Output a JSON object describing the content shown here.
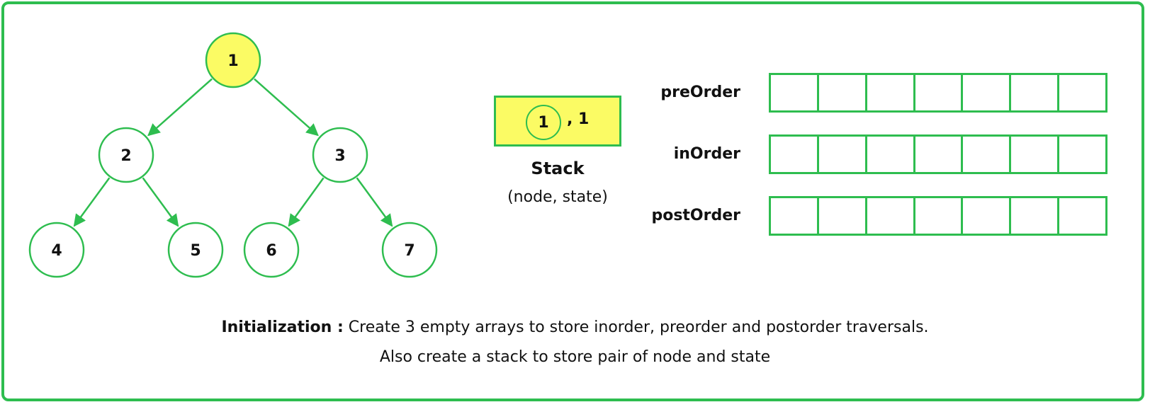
{
  "tree": {
    "nodes": [
      {
        "id": "1",
        "label": "1",
        "highlighted": true
      },
      {
        "id": "2",
        "label": "2",
        "highlighted": false
      },
      {
        "id": "3",
        "label": "3",
        "highlighted": false
      },
      {
        "id": "4",
        "label": "4",
        "highlighted": false
      },
      {
        "id": "5",
        "label": "5",
        "highlighted": false
      },
      {
        "id": "6",
        "label": "6",
        "highlighted": false
      },
      {
        "id": "7",
        "label": "7",
        "highlighted": false
      }
    ],
    "edges": [
      {
        "from": "1",
        "to": "2"
      },
      {
        "from": "1",
        "to": "3"
      },
      {
        "from": "2",
        "to": "4"
      },
      {
        "from": "2",
        "to": "5"
      },
      {
        "from": "3",
        "to": "6"
      },
      {
        "from": "3",
        "to": "7"
      }
    ]
  },
  "stack": {
    "node": "1",
    "state": ", 1",
    "title": "Stack",
    "subtitle": "(node, state)"
  },
  "arrays": [
    {
      "label": "preOrder",
      "cells": [
        "",
        "",
        "",
        "",
        "",
        "",
        ""
      ]
    },
    {
      "label": "inOrder",
      "cells": [
        "",
        "",
        "",
        "",
        "",
        "",
        ""
      ]
    },
    {
      "label": "postOrder",
      "cells": [
        "",
        "",
        "",
        "",
        "",
        "",
        ""
      ]
    }
  ],
  "caption": {
    "bold": "Initialization :",
    "line1": " Create 3 empty arrays to store inorder,  preorder and postorder traversals.",
    "line2": "Also create a stack to store pair of node and state"
  },
  "colors": {
    "green": "#2ebd4f",
    "highlight": "#fbfb64"
  }
}
